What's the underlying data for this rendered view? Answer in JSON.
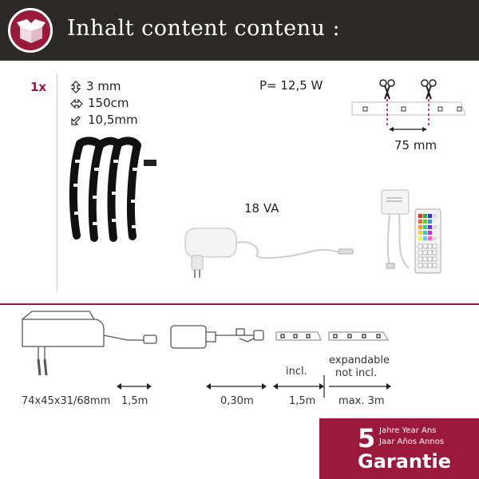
{
  "header": {
    "title": "Inhalt  content  contenu :"
  },
  "contents": {
    "quantity": "1x",
    "specs": [
      {
        "icon": "height-arrow-icon",
        "value": "3 mm"
      },
      {
        "icon": "width-arrow-icon",
        "value": "150cm"
      },
      {
        "icon": "diagonal-arrow-icon",
        "value": "10,5mm"
      }
    ],
    "power": "P= 12,5 W",
    "adapter_rating": "18 VA",
    "cut_interval": "75 mm"
  },
  "diagram": {
    "dimensions": "74x45x31/68mm",
    "cable_lengths": [
      "1,5m",
      "0,30m",
      "1,5m",
      "max. 3m"
    ],
    "included_label": "incl.",
    "expandable_label": "expandable",
    "not_included_label": "not incl."
  },
  "guarantee": {
    "years": "5",
    "line1": "Jahre Year Ans",
    "line2": "Jaar Años Annos",
    "label": "Garantie"
  },
  "colors": {
    "accent": "#9b1a3c",
    "header_bg": "#2b2a28"
  }
}
